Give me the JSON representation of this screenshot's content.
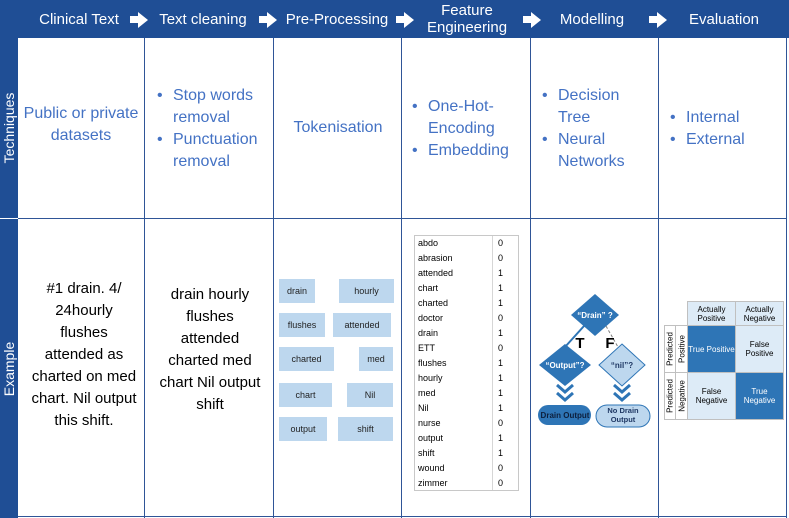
{
  "header": {
    "steps": [
      "Clinical Text",
      "Text cleaning",
      "Pre-Processing",
      "Feature Engineering",
      "Modelling",
      "Evaluation"
    ]
  },
  "rows": {
    "techniques_label": "Techniques",
    "example_label": "Example"
  },
  "techniques": {
    "clinical_text": "Public or private datasets",
    "text_cleaning": [
      "Stop words removal",
      "Punctuation removal"
    ],
    "preprocessing": "Tokenisation",
    "feature_engineering": [
      "One-Hot-Encoding",
      "Embedding"
    ],
    "modelling": [
      "Decision Tree",
      "Neural Networks"
    ],
    "evaluation": [
      "Internal",
      "External"
    ]
  },
  "example": {
    "clinical_text": "#1 drain. 4/ 24hourly flushes attended as charted on med chart. Nil output this shift.",
    "text_cleaning": "drain hourly flushes attended charted med chart Nil output shift",
    "tokens": [
      "drain",
      "hourly",
      "flushes",
      "attended",
      "charted",
      "med",
      "chart",
      "Nil",
      "output",
      "shift"
    ],
    "one_hot": [
      {
        "word": "abdo",
        "value": "0"
      },
      {
        "word": "abrasion",
        "value": "0"
      },
      {
        "word": "attended",
        "value": "1"
      },
      {
        "word": "chart",
        "value": "1"
      },
      {
        "word": "charted",
        "value": "1"
      },
      {
        "word": "doctor",
        "value": "0"
      },
      {
        "word": "drain",
        "value": "1"
      },
      {
        "word": "ETT",
        "value": "0"
      },
      {
        "word": "flushes",
        "value": "1"
      },
      {
        "word": "hourly",
        "value": "1"
      },
      {
        "word": "med",
        "value": "1"
      },
      {
        "word": "Nil",
        "value": "1"
      },
      {
        "word": "nurse",
        "value": "0"
      },
      {
        "word": "output",
        "value": "1"
      },
      {
        "word": "shift",
        "value": "1"
      },
      {
        "word": "wound",
        "value": "0"
      },
      {
        "word": "zimmer",
        "value": "0"
      }
    ],
    "tree": {
      "root": "“Drain” ?",
      "true_branch": "T",
      "false_branch": "F",
      "left_node": "“Output”?",
      "right_node": "“nil”?",
      "left_leaf": "Drain Output",
      "right_leaf": "No Drain Output"
    },
    "confusion": {
      "col_headers": [
        "Actually Positive",
        "Actually Negative"
      ],
      "row_group": "Predicted",
      "row_headers": [
        "Positive",
        "Negative"
      ],
      "cells": [
        [
          "True Positive",
          "False Positive"
        ],
        [
          "False Negative",
          "True Negative"
        ]
      ]
    }
  },
  "colors": {
    "header": "#1f4e95",
    "accent_text": "#4472c4",
    "token_fill": "#bdd7ee",
    "diamond": "#2e75b6",
    "diamond_light": "#bdd7ee"
  }
}
